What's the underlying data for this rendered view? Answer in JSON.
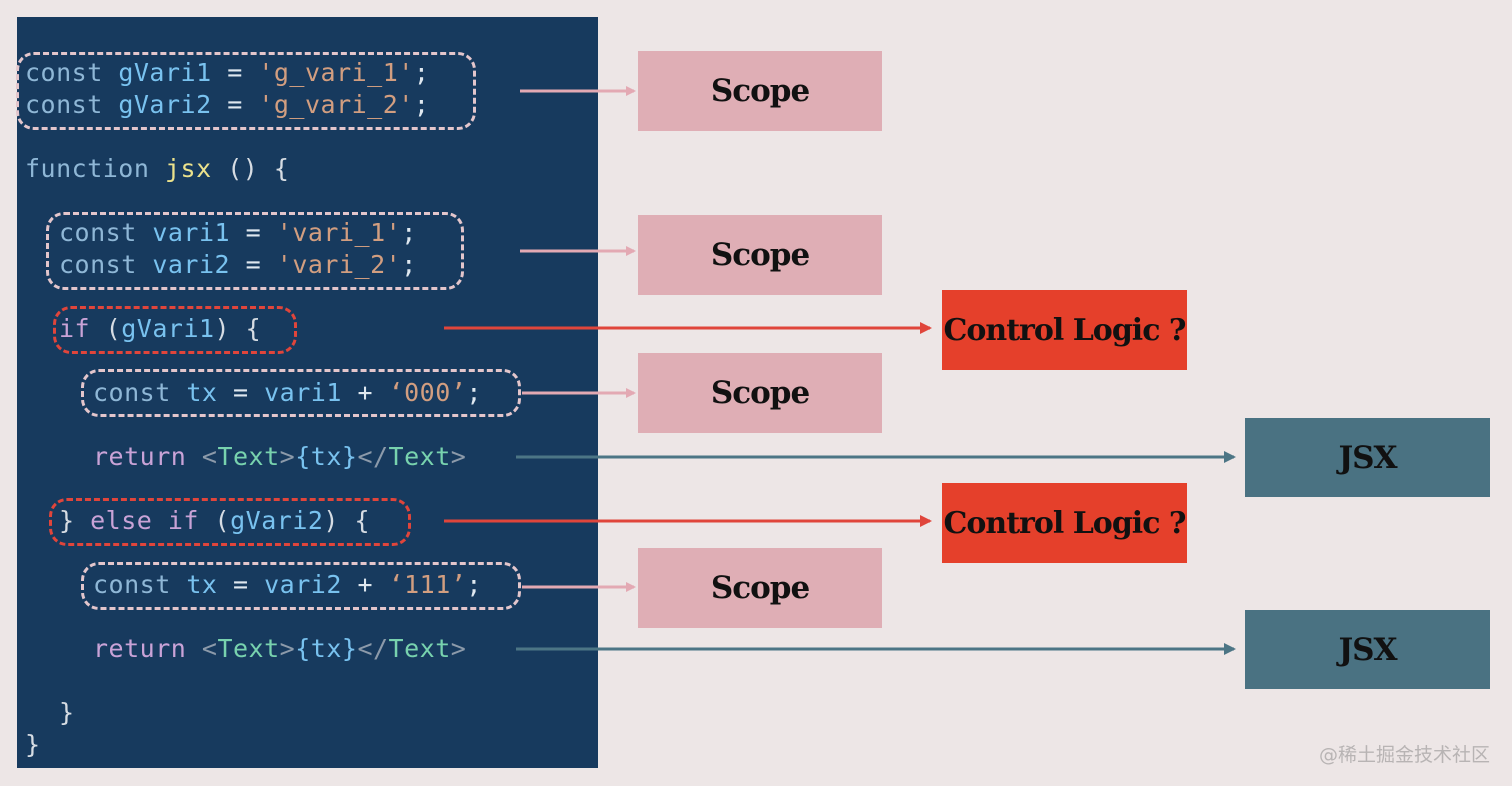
{
  "code": {
    "line1": {
      "kw": "const",
      "name": "gVari1",
      "eq": "=",
      "val": "'g_vari_1'",
      "semi": ";"
    },
    "line2": {
      "kw": "const",
      "name": "gVari2",
      "eq": "=",
      "val": "'g_vari_2'",
      "semi": ";"
    },
    "line3": {
      "kw": "function",
      "name": "jsx",
      "rest": "() {"
    },
    "line4": {
      "kw": "const",
      "name": "vari1",
      "eq": "=",
      "val": "'vari_1'",
      "semi": ";"
    },
    "line5": {
      "kw": "const",
      "name": "vari2",
      "eq": "=",
      "val": "'vari_2'",
      "semi": ";"
    },
    "line6": {
      "kw": "if",
      "open": "(",
      "name": "gVari1",
      "close": ") {"
    },
    "line7": {
      "kw": "const",
      "name": "tx",
      "eq": "=",
      "ref": "vari1",
      "plus": "+",
      "val": "‘000’",
      "semi": ";"
    },
    "line8": {
      "kw": "return",
      "lt": "<",
      "tag": "Text",
      "gt": ">",
      "expr": "{tx}",
      "lt2": "</",
      "tag2": "Text",
      "gt2": ">"
    },
    "line9": {
      "brace": "}",
      "kw": "else if",
      "open": "(",
      "name": "gVari2",
      "close": ") {"
    },
    "line10": {
      "kw": "const",
      "name": "tx",
      "eq": "=",
      "ref": "vari2",
      "plus": "+",
      "val": "‘111’",
      "semi": ";"
    },
    "line11": {
      "kw": "return",
      "lt": "<",
      "tag": "Text",
      "gt": ">",
      "expr": "{tx}",
      "lt2": "</",
      "tag2": "Text",
      "gt2": ">"
    },
    "line12": {
      "brace": "}"
    },
    "line13": {
      "brace": "}"
    }
  },
  "labels": {
    "scope": "Scope",
    "control": "Control Logic ?",
    "jsx": "JSX"
  },
  "colors": {
    "panel": "#173a5e",
    "scope_box": "#dfaeb5",
    "control_box": "#e5402b",
    "jsx_box": "#4a7282",
    "scope_arrow": "#e3a9b3",
    "control_arrow": "#e0453b",
    "jsx_arrow": "#4c7585"
  },
  "watermark": "@稀土掘金技术社区"
}
